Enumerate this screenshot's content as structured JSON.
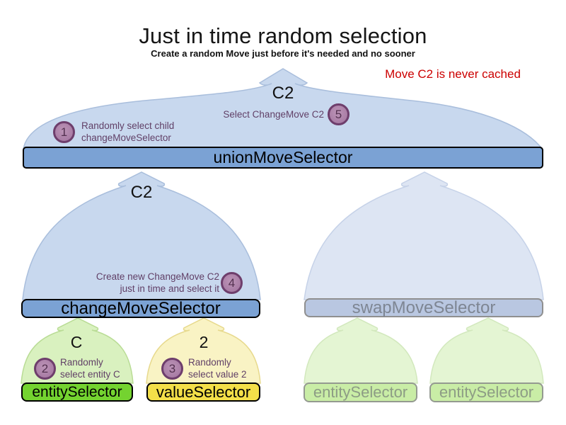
{
  "header": {
    "title": "Just in time random selection",
    "subtitle": "Create a random Move just before it's needed and no sooner"
  },
  "note": {
    "text": "Move C2 is never cached"
  },
  "selectors": {
    "union": "unionMoveSelector",
    "change": "changeMoveSelector",
    "swap": "swapMoveSelector",
    "entity_left": "entitySelector",
    "value": "valueSelector",
    "entity_right_1": "entitySelector",
    "entity_right_2": "entitySelector"
  },
  "flow_labels": {
    "union_output": "C2",
    "change_output": "C2",
    "entity_output": "C",
    "value_output": "2"
  },
  "annotations": {
    "a1": {
      "num": "1",
      "line1": "Randomly select child",
      "line2": "changeMoveSelector"
    },
    "a2": {
      "num": "2",
      "line1": "Randomly",
      "line2": "select entity C"
    },
    "a3": {
      "num": "3",
      "line1": "Randomly",
      "line2": "select value 2"
    },
    "a4": {
      "num": "4",
      "line1": "Create new ChangeMove C2",
      "line2": "just in time and select it"
    },
    "a5": {
      "num": "5",
      "line1": "Select ChangeMove C2"
    }
  },
  "colors": {
    "funnel_blue": "#c8d8ee",
    "funnel_blue_stroke": "#a9bedc",
    "funnel_blue_faded": "#dde5f3",
    "funnel_green": "#d9f1bf",
    "funnel_yellow": "#f9f3c4",
    "funnel_green_faded": "#e4f5d3",
    "bar_blue": "#7ba2d4",
    "bar_blue_faded": "#b9c7e1",
    "bar_green": "#74d330",
    "bar_yellow": "#f3df49",
    "bar_green_faded": "#c9eda6",
    "badge_fill": "#a87ba4",
    "badge_border": "#6e3e6c",
    "annotation_text": "#614067",
    "note_red": "#cc0000"
  }
}
